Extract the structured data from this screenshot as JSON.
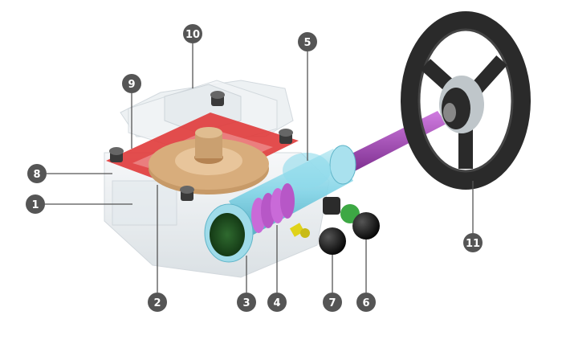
{
  "callouts": [
    {
      "id": "1",
      "label": "1"
    },
    {
      "id": "2",
      "label": "2"
    },
    {
      "id": "3",
      "label": "3"
    },
    {
      "id": "4",
      "label": "4"
    },
    {
      "id": "5",
      "label": "5"
    },
    {
      "id": "6",
      "label": "6"
    },
    {
      "id": "7",
      "label": "7"
    },
    {
      "id": "8",
      "label": "8"
    },
    {
      "id": "9",
      "label": "9"
    },
    {
      "id": "10",
      "label": "10"
    },
    {
      "id": "11",
      "label": "11"
    }
  ],
  "colors": {
    "callout_fill": "#555555",
    "housing": "#dfe6ea",
    "frame": "#e03a3a",
    "gear": "#c79a68",
    "worm": "#c96ad8",
    "sleeve": "#7fd3e6",
    "shaft": "#a23fb5",
    "handwheel": "#2a2a2a",
    "knob": "#111111",
    "green_accent": "#3da844",
    "fitting": "#e0d31a"
  }
}
